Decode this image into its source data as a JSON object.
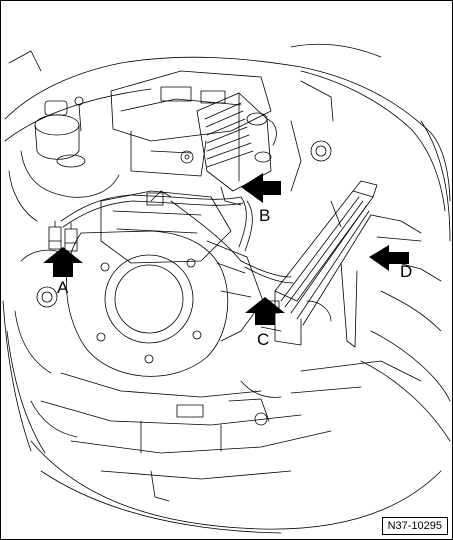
{
  "callouts": {
    "a": "A",
    "b": "B",
    "c": "C",
    "d": "D"
  },
  "reference_code": "N37-10295",
  "colors": {
    "line": "#000000",
    "background": "#ffffff"
  }
}
